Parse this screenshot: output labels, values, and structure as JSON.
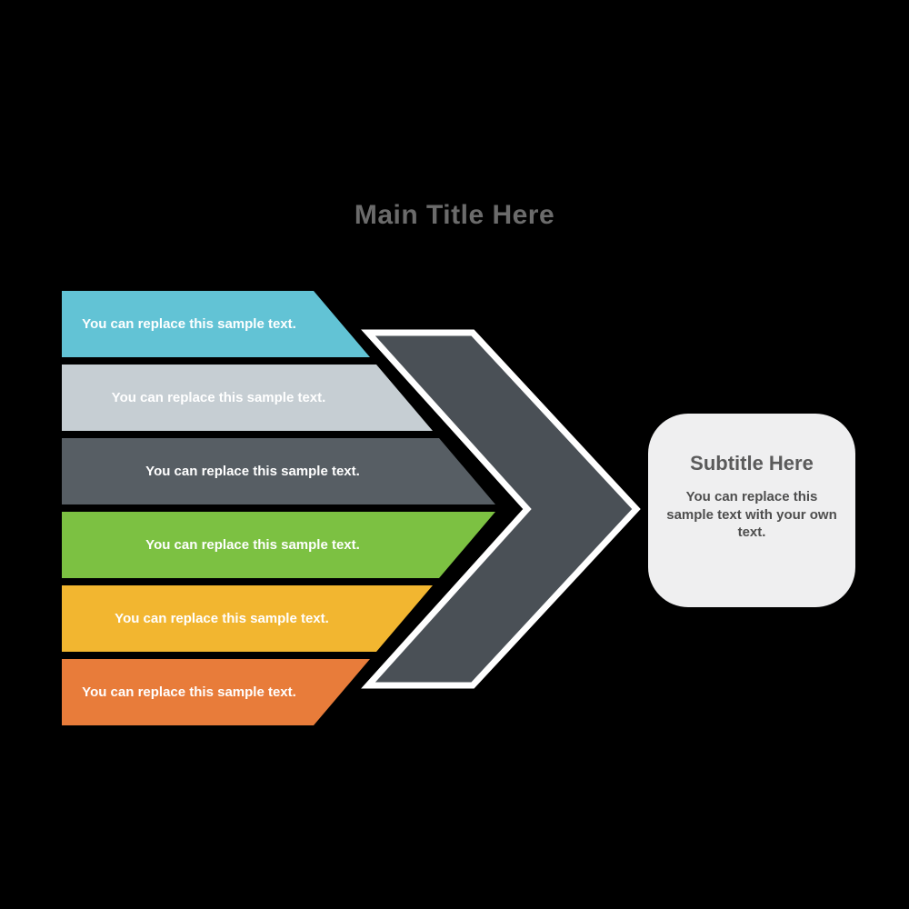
{
  "title": "Main Title Here",
  "bars": [
    {
      "label": "You can replace this sample text.",
      "color": "#62c3d5"
    },
    {
      "label": "You can replace this sample text.",
      "color": "#c6ced3"
    },
    {
      "label": "You can replace this sample text.",
      "color": "#575e64"
    },
    {
      "label": "You can replace this sample text.",
      "color": "#7cc142"
    },
    {
      "label": "You can replace this sample text.",
      "color": "#f2b630"
    },
    {
      "label": "You can replace this sample text.",
      "color": "#e87c3a"
    }
  ],
  "arrow": {
    "color": "#4a5056",
    "outline": "#ffffff"
  },
  "callout": {
    "title": "Subtitle Here",
    "body": "You can replace this sample text with your own text.",
    "background": "#efeff0"
  },
  "colors": {
    "page_background": "#000000",
    "title_text": "#6b6b6b",
    "bar_label_text": "#ffffff",
    "callout_title_text": "#5b5b5b",
    "callout_body_text": "#4e4e4e"
  }
}
